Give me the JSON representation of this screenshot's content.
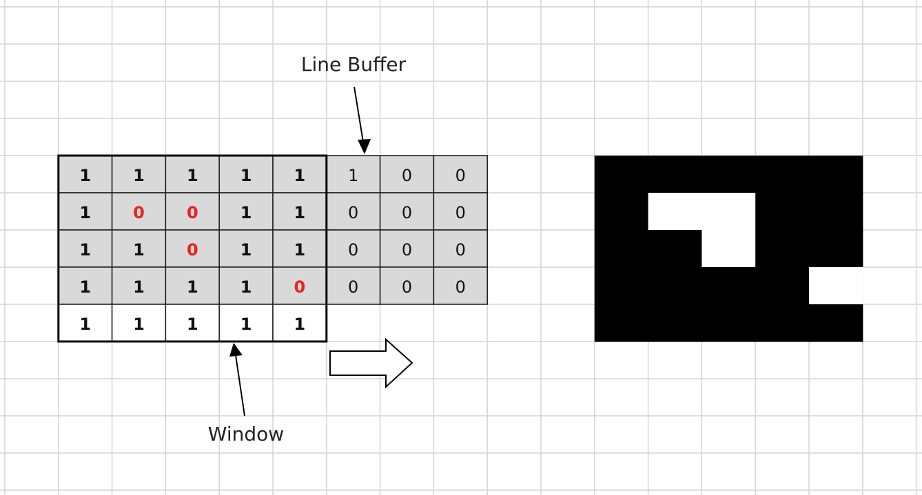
{
  "labels": {
    "line_buffer": "Line Buffer",
    "window": "Window"
  },
  "matrix": {
    "rows": [
      [
        "1",
        "1",
        "1",
        "1",
        "1",
        "1",
        "0",
        "0"
      ],
      [
        "1",
        "0",
        "0",
        "1",
        "1",
        "0",
        "0",
        "0"
      ],
      [
        "1",
        "1",
        "0",
        "1",
        "1",
        "0",
        "0",
        "0"
      ],
      [
        "1",
        "1",
        "1",
        "1",
        "0",
        "0",
        "0",
        "0"
      ],
      [
        "1",
        "1",
        "1",
        "1",
        "1"
      ]
    ],
    "highlighted_zero_color": "#e8231f",
    "text_color": "#111111",
    "shaded_cell_color": "#d9d9d9",
    "white_cell_color": "#ffffff"
  },
  "binary_image": {
    "rows": 5,
    "cols": 5,
    "pixels": [
      [
        1,
        1,
        1,
        1,
        1
      ],
      [
        1,
        0,
        0,
        1,
        1
      ],
      [
        1,
        1,
        0,
        1,
        1
      ],
      [
        1,
        1,
        1,
        1,
        0
      ],
      [
        1,
        1,
        1,
        1,
        1
      ]
    ],
    "black_color": "#000000",
    "white_color": "#ffffff"
  },
  "colors": {
    "grid_line": "#d4d4d4",
    "cell_border": "#1a1a1a"
  }
}
